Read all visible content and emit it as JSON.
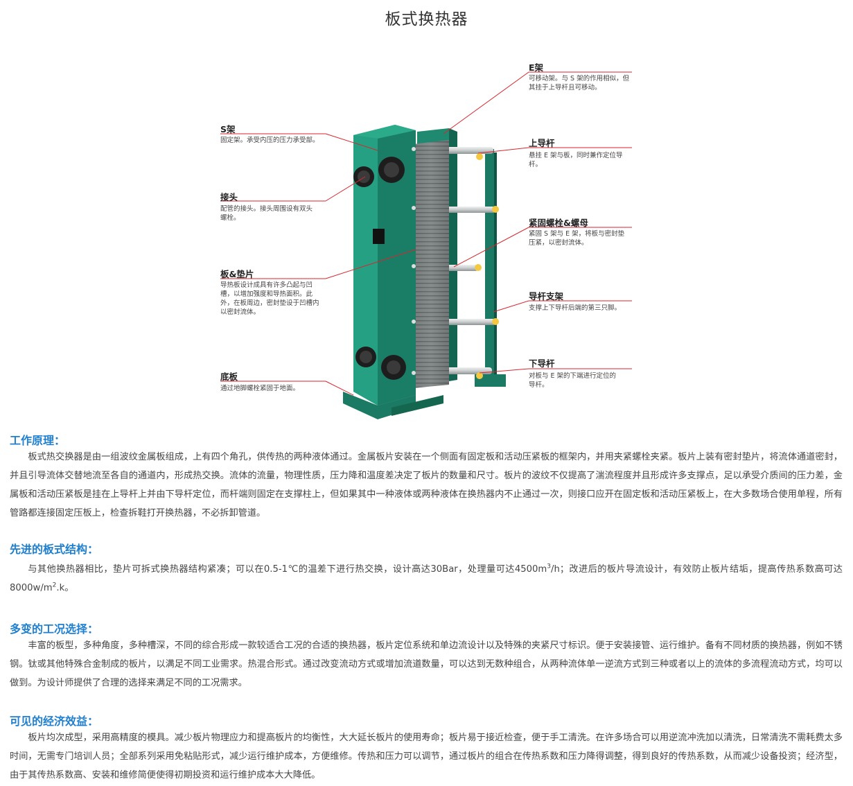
{
  "page": {
    "title": "板式换热器"
  },
  "diagram": {
    "callouts": {
      "e_frame": {
        "title": "E架",
        "desc": [
          "可移动架。与 S 架的作用相似，但",
          "其挂于上导杆且可移动。"
        ]
      },
      "upper_bar": {
        "title": "上导杆",
        "desc": [
          "悬挂 E 架与板，同时兼作定位导",
          "杆。"
        ]
      },
      "bolts": {
        "title": "紧固螺栓&螺母",
        "desc": [
          "紧固 S 架与 E 架，将板与密封垫",
          "压紧，以密封流体。"
        ]
      },
      "support": {
        "title": "导杆支架",
        "desc": [
          "支撑上下导杆后端的第三只脚。"
        ]
      },
      "lower_bar": {
        "title": "下导杆",
        "desc": [
          "对板与 E 架的下端进行定位的",
          "导杆。"
        ]
      },
      "s_frame": {
        "title": "S架",
        "desc": [
          "固定架。承受内压的压力承受部。"
        ]
      },
      "nozzle": {
        "title": "接头",
        "desc": [
          "配管的接头。接头周围设有双头",
          "螺栓。"
        ]
      },
      "plate": {
        "title": "板&垫片",
        "desc": [
          "导热板设计成具有许多凸起与凹",
          "槽，以增加强度和导热面积。此",
          "外，在板周边，密封垫设于凹槽内",
          "以密封流体。"
        ]
      },
      "base": {
        "title": "底板",
        "desc": [
          "通过地脚螺栓紧固于地面。"
        ]
      }
    }
  },
  "sections": [
    {
      "heading": "工作原理：",
      "text": "板式热交换器是由一组波纹金属板组成，上有四个角孔，供传热的两种液体通过。金属板片安装在一个侧面有固定板和活动压紧板的框架内，并用夹紧螺栓夹紧。板片上装有密封垫片，将流体通道密封，并且引导流体交替地流至各自的通道内，形成热交换。流体的流量，物理性质，压力降和温度差决定了板片的数量和尺寸。板片的波纹不仅提高了湍流程度并且形成许多支撑点，足以承受介质间的压力差，金属板和活动压紧板是挂在上导杆上并由下导杆定位，而杆端则固定在支撑柱上，但如果其中一种液体或两种液体在换热器内不止通过一次，则接口应开在固定板和活动压紧板上，在大多数场合使用单程，所有管路都连接固定压板上，检查拆鞋打开换热器，不必拆卸管道。"
    },
    {
      "heading": "先进的板式结构：",
      "text_a": "与其他换热器相比，垫片可拆式换热器结构紧凑；可以在0.5-1℃的温差下进行热交换，设计高达30Bar，处理量可达4500m",
      "sup_a": "3",
      "text_b": "/h；改进后的板片导流设计，有效防止板片结垢，提高传热系数高可达8000w/m",
      "sup_b": "2",
      "text_c": ".k。"
    },
    {
      "heading": "多变的工况选择：",
      "text": "丰富的板型，多种角度，多种槽深，不同的综合形成一款较适合工况的合适的换热器，板片定位系统和单边流设计以及特殊的夹紧尺寸标识。便于安装接管、运行维护。备有不同材质的换热器，例如不锈钢。钛或其他特殊合金制成的板片，以满足不同工业需求。热混合形式。通过改变流动方式或增加流道数量，可以达到无数种组合，从两种流体单一逆流方式到三种或者以上的流体的多流程流动方式，均可以做到。为设计师提供了合理的选择来满足不同的工况需求。"
    },
    {
      "heading": "可见的经济效益：",
      "text": "板片均次成型，采用高精度的模具。减少板片物理应力和提高板片的均衡性，大大延长板片的使用寿命；板片易于接近检查，便于手工清洗。在许多场合可以用逆流冲洗加以清洗，日常清洗不需耗费太多时间，无需专门培训人员；全部系列采用免粘贴形式，减少运行维护成本，方便维修。传热和压力可以调节，通过板片的组合在传热系数和压力降得调整，得到良好的传热系数，从而减少设备投资；经济型，由于其传热系数高、安装和维修简便使得初期投资和运行维护成本大大降低。"
    }
  ]
}
